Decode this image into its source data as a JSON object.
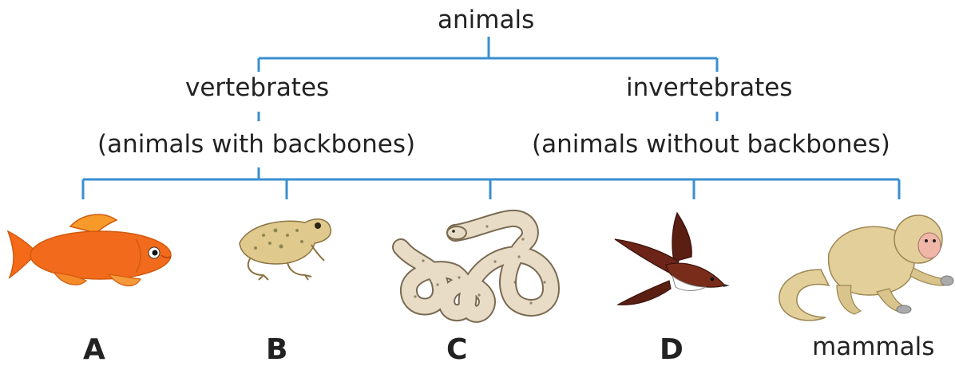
{
  "root": {
    "label": "animals"
  },
  "groups": {
    "vertebrates": {
      "label": "vertebrates",
      "note": "(animals with backbones)"
    },
    "invertebrates": {
      "label": "invertebrates",
      "note": "(animals without backbones)"
    }
  },
  "animals": [
    {
      "letter": "A",
      "icon": "fish-icon"
    },
    {
      "letter": "B",
      "icon": "frog-icon"
    },
    {
      "letter": "C",
      "icon": "snake-icon"
    },
    {
      "letter": "D",
      "icon": "bird-icon"
    },
    {
      "letter": "mammals",
      "icon": "monkey-icon"
    }
  ],
  "colors": {
    "connector": "#3a8fd0",
    "fish": "#f26a1b",
    "frog": "#e0c98c",
    "snake": "#e8dcc6",
    "bird": "#6b2417",
    "monkey": "#e3cf99"
  }
}
